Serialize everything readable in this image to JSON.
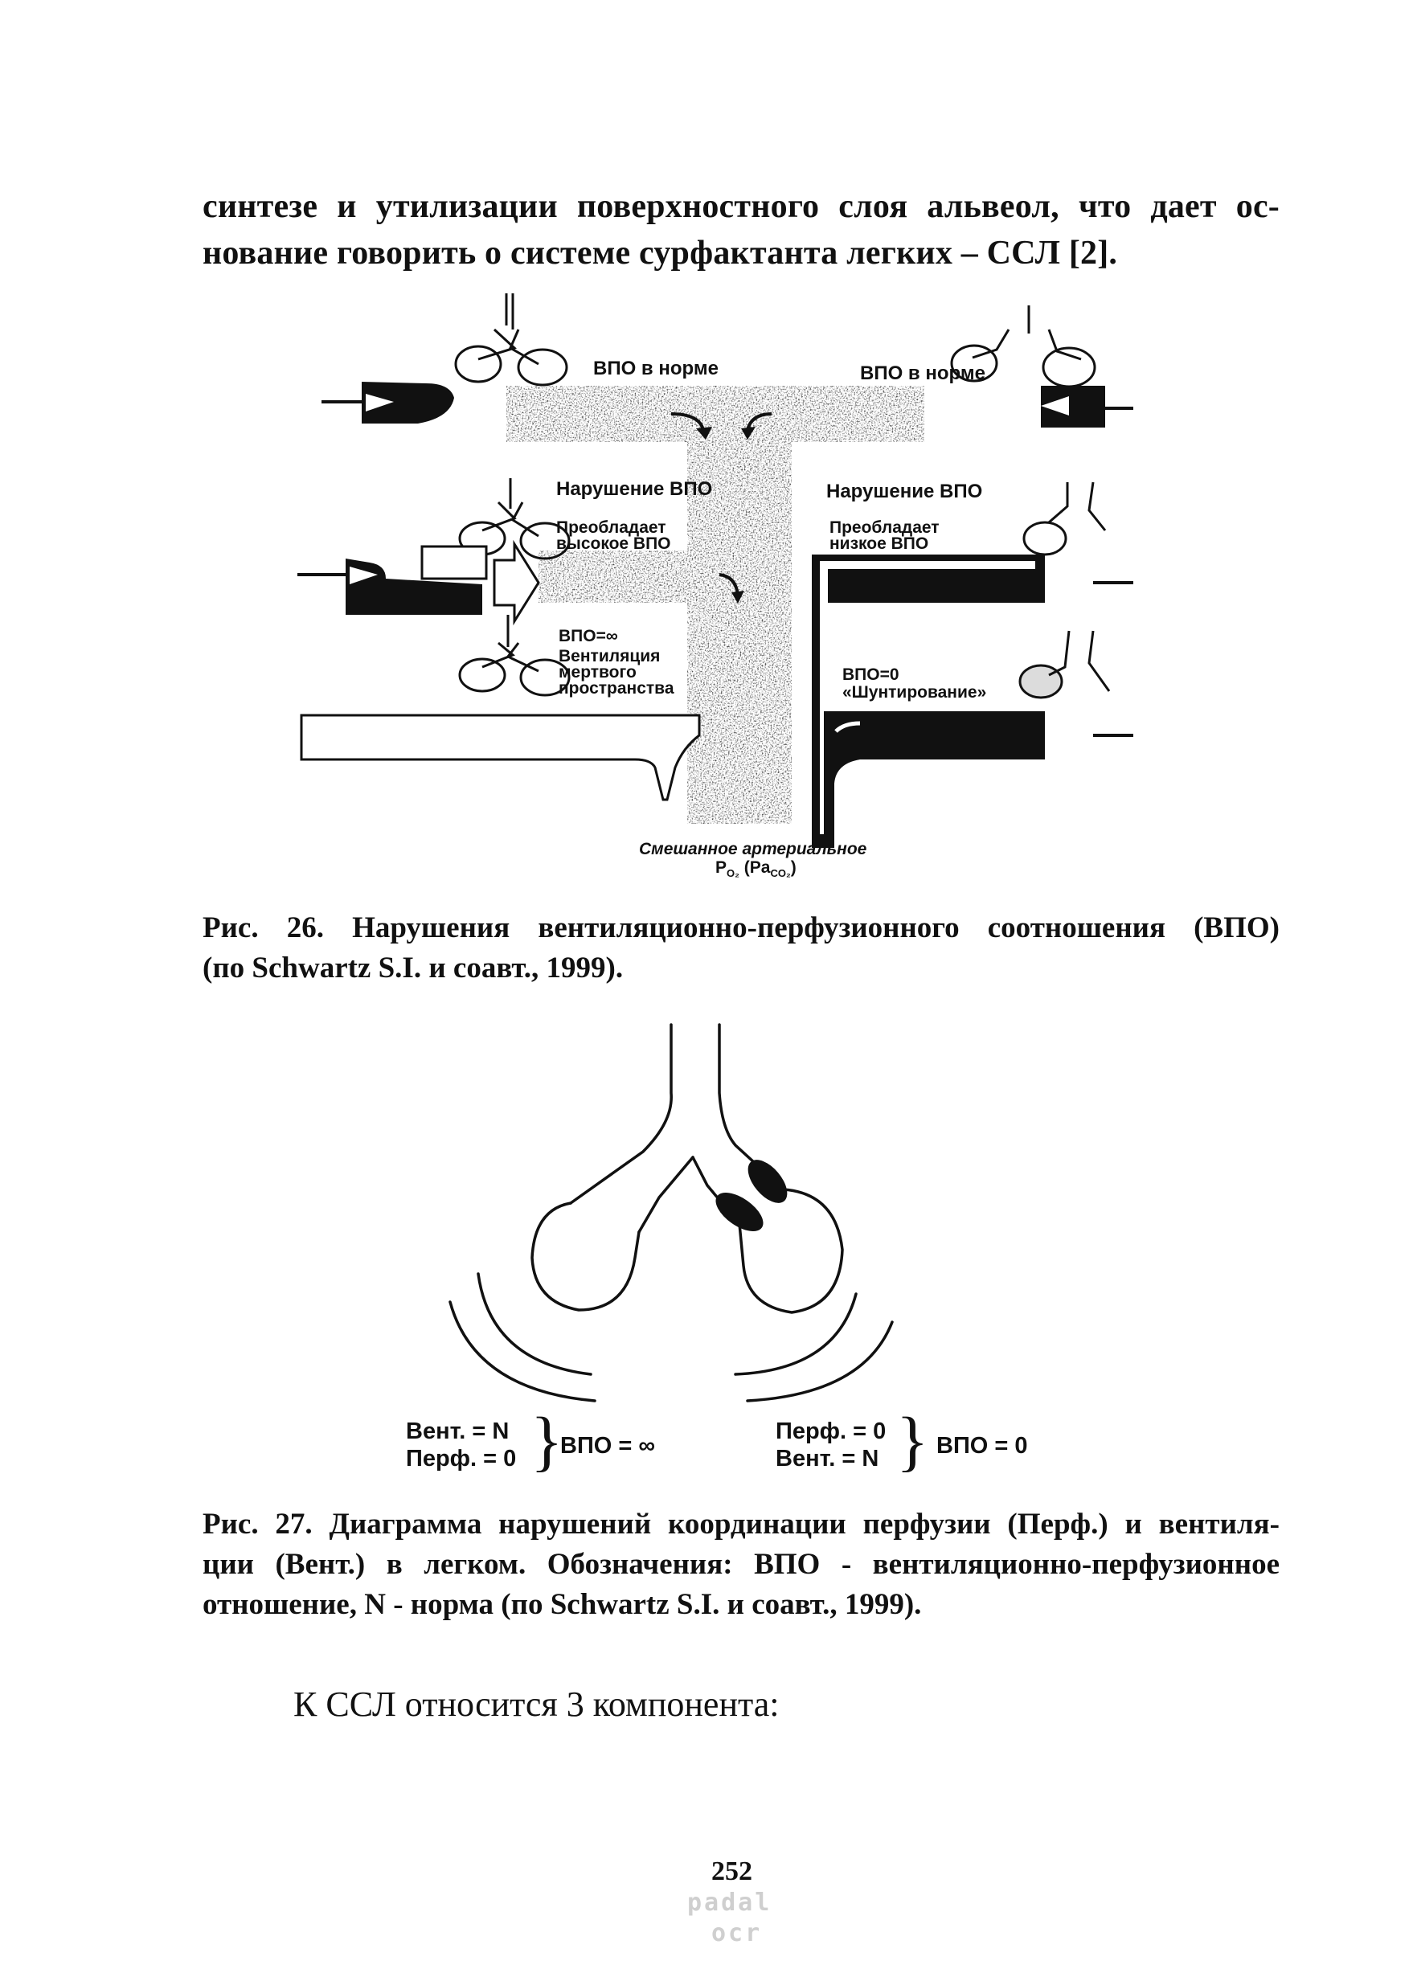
{
  "intro": {
    "line1": "синтезе и утилизации поверхностного слоя альвеол, что дает ос-",
    "line2": "нование говорить о системе сурфактанта легких – ССЛ [2]."
  },
  "fig26": {
    "vpo_norm_left": "ВПО в норме",
    "vpo_norm_right": "ВПО в норме",
    "vpo_violation_left": "Нарушение ВПО",
    "vpo_violation_right": "Нарушение ВПО",
    "high_vpo_1": "Преобладает",
    "high_vpo_2": "высокое ВПО",
    "low_vpo_1": "Преобладает",
    "low_vpo_2": "низкое ВПО",
    "vpo_inf": "ВПО=∞",
    "deadspace_1": "Вентиляция",
    "deadspace_2": "мертвого",
    "deadspace_3": "пространства",
    "vpo_zero": "ВПО=0",
    "shunt": "«Шунтирование»",
    "mixed_1": "Смешанное артериальное",
    "mixed_2_main": "P",
    "mixed_2_sub1": "O₂",
    "mixed_2_paren": "(Pa",
    "mixed_2_sub2": "CO₂",
    "mixed_2_close": ")",
    "caption_line1": "Рис. 26. Нарушения вентиляционно-перфузионного соотношения (ВПО)",
    "caption_line2": "(по Schwartz S.I. и соавт., 1999)."
  },
  "fig27": {
    "left_vent": "Вент. = N",
    "left_perf": "Перф. = 0",
    "left_result": "ВПО = ∞",
    "right_perf": "Перф. = 0",
    "right_vent": "Вент. = N",
    "right_result": "ВПО = 0",
    "caption_line1": "Рис. 27. Диаграмма нарушений координации перфузии (Перф.) и вентиля-",
    "caption_line2": "ции (Вент.) в легком. Обозначения: ВПО - вентиляционно-перфузионное",
    "caption_line3": "отношение, N - норма (по Schwartz S.I. и соавт., 1999)."
  },
  "section_heading": "К ССЛ относится 3 компонента:",
  "page_number": "252",
  "watermark_1": "padal",
  "watermark_2": "ocr"
}
